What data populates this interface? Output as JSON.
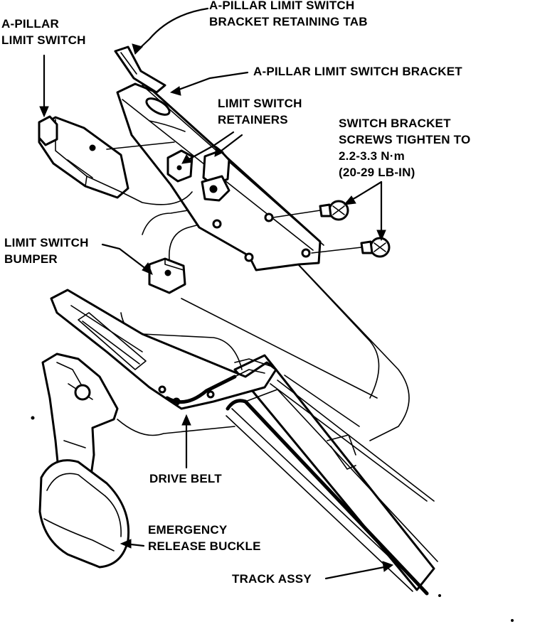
{
  "diagram": {
    "labels": {
      "tab": [
        "A-PILLAR LIMIT SWITCH",
        "BRACKET RETAINING TAB"
      ],
      "switch": [
        "A-PILLAR",
        "LIMIT SWITCH"
      ],
      "bracket": [
        "A-PILLAR LIMIT SWITCH BRACKET"
      ],
      "retainers": [
        "LIMIT SWITCH",
        "RETAINERS"
      ],
      "screws": [
        "SWITCH BRACKET",
        "SCREWS TIGHTEN TO",
        "2.2-3.3 N·m",
        "(20-29 LB-IN)"
      ],
      "bumper": [
        "LIMIT SWITCH",
        "BUMPER"
      ],
      "belt": [
        "DRIVE BELT"
      ],
      "buckle": [
        "EMERGENCY",
        "RELEASE BUCKLE"
      ],
      "track": [
        "TRACK ASSY"
      ]
    },
    "colors": {
      "ink": "#000000",
      "paper": "#ffffff"
    }
  }
}
